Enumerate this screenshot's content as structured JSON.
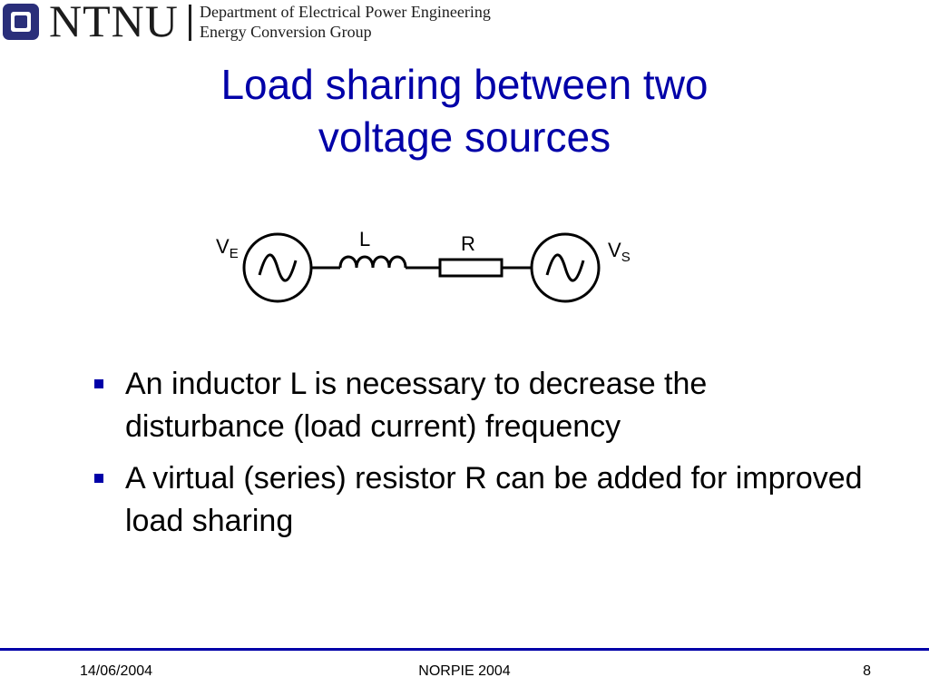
{
  "header": {
    "brand": "NTNU",
    "department": "Department of Electrical Power Engineering",
    "group": "Energy Conversion Group"
  },
  "title": {
    "line1": "Load sharing between two",
    "line2": "voltage sources"
  },
  "circuit": {
    "ve_main": "V",
    "ve_sub": "E",
    "vs_main": "V",
    "vs_sub": "S",
    "inductor_label": "L",
    "resistor_label": "R"
  },
  "bullets": [
    {
      "text": "An inductor L is necessary to decrease the disturbance (load current) frequency"
    },
    {
      "text": "A virtual (series) resistor R can be added for improved load sharing"
    }
  ],
  "footer": {
    "date": "14/06/2004",
    "conference": "NORPIE 2004",
    "page": "8"
  },
  "colors": {
    "accent": "#0000a8",
    "logo": "#2a2f7a"
  }
}
